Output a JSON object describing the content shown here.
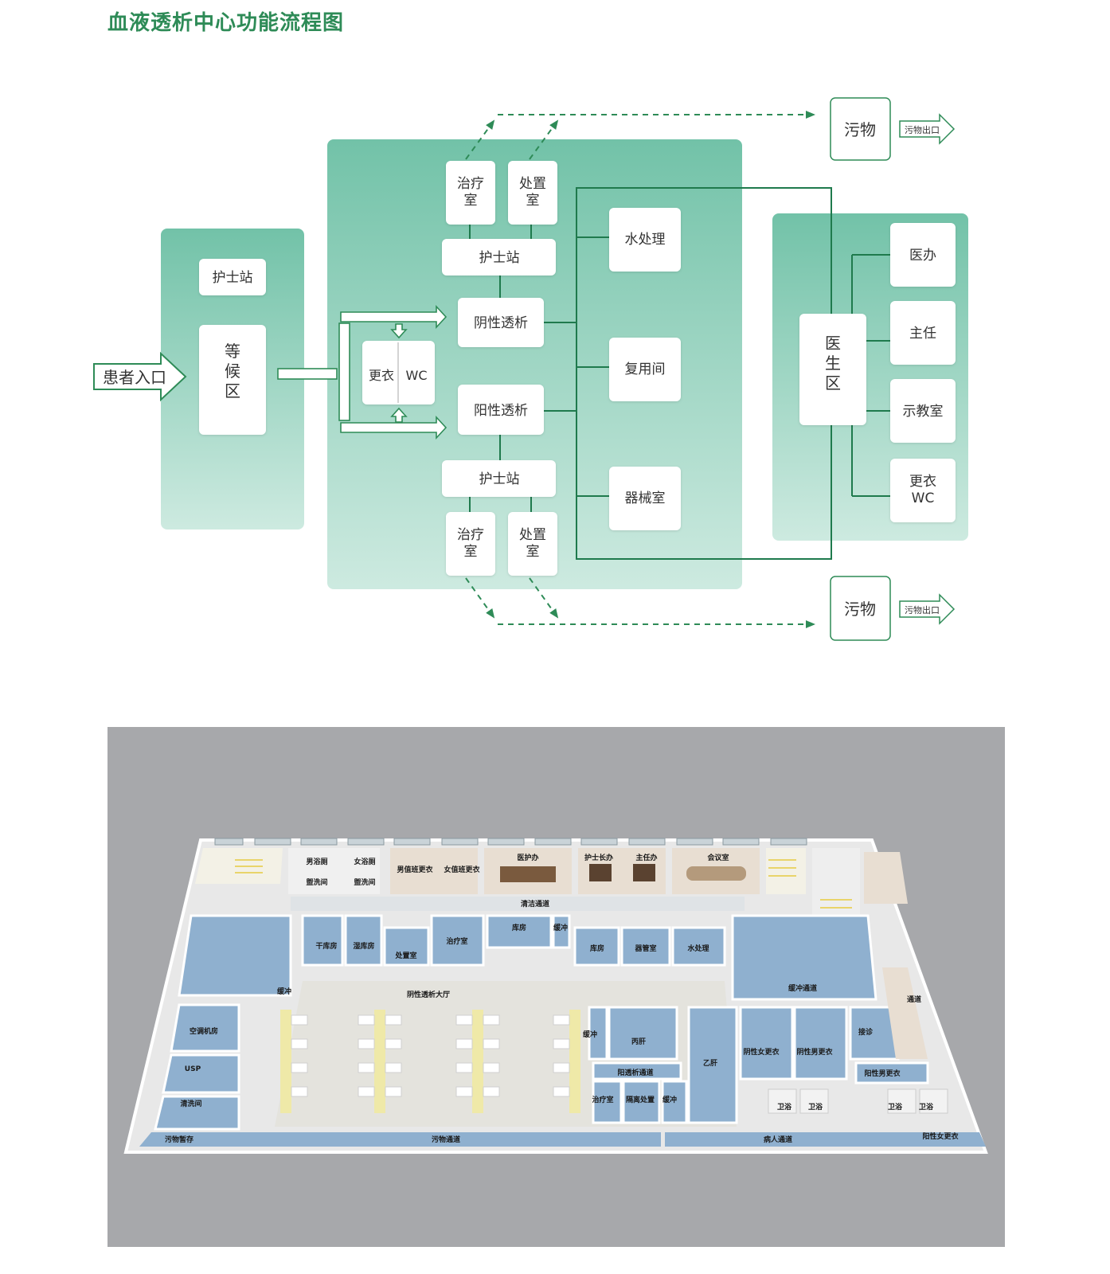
{
  "title": "血液透析中心功能流程图",
  "colors": {
    "accent": "#2e8b57",
    "zone_top": "#72c2a8",
    "zone_bottom": "#cdeae0",
    "line": "#1f7a4d"
  },
  "flow": {
    "entry": "患者入口",
    "waiting_zone": {
      "nurse_station": "护士站",
      "waiting": "等候区"
    },
    "treatment_zone": {
      "treat_top": "治疗室",
      "dispose_top": "处置室",
      "nurse_top": "护士站",
      "change": "更衣",
      "wc": "WC",
      "negative": "阴性透析",
      "positive": "阳性透析",
      "nurse_bottom": "护士站",
      "treat_bottom": "治疗室",
      "dispose_bottom": "处置室"
    },
    "support": {
      "water": "水处理",
      "reuse": "复用间",
      "equipment": "器械室"
    },
    "doctor_zone": {
      "label": "医生区",
      "office": "医办",
      "director": "主任",
      "teaching": "示教室",
      "change": "更衣WC"
    },
    "waste_top": "污物",
    "waste_bottom": "污物",
    "waste_exit_top": "污物出口",
    "waste_exit_bottom": "污物出口"
  },
  "floorplan": {
    "rooms": {
      "male_bath": "男浴厕",
      "female_bath": "女浴厕",
      "wash1": "盥洗间",
      "wash2": "盥洗间",
      "male_duty": "男值班更衣",
      "female_duty": "女值班更衣",
      "doctor_office": "医护办",
      "head_nurse": "护士长办",
      "director": "主任办",
      "meeting": "会议室",
      "clean_corridor": "清洁通道",
      "dry_store": "干库房",
      "wet_store": "湿库房",
      "dispose": "处置室",
      "treat": "治疗室",
      "store1": "库房",
      "buffer1": "缓冲",
      "store2": "库房",
      "equipment": "器管室",
      "water": "水处理",
      "buffer2": "缓冲",
      "neg_hall": "阴性透析大厅",
      "buffer_corridor": "缓冲通道",
      "corridor": "通道",
      "hvac": "空调机房",
      "usp": "USP",
      "clean_room": "清洗间",
      "buffer3": "缓冲",
      "hep_c": "丙肝",
      "hep_b": "乙肝",
      "neg_female": "阴性女更衣",
      "neg_male": "阴性男更衣",
      "reception": "接诊",
      "pos_corridor": "阳透析通道",
      "pos_male": "阳性男更衣",
      "treat2": "治疗室",
      "isolation": "隔离处置",
      "buffer4": "缓冲",
      "toilet1": "卫浴",
      "toilet2": "卫浴",
      "toilet3": "卫浴",
      "toilet4": "卫浴",
      "waste_store": "污物暂存",
      "waste_corridor": "污物通道",
      "patient_corridor": "病人通道",
      "pos_female": "阳性女更衣"
    }
  }
}
